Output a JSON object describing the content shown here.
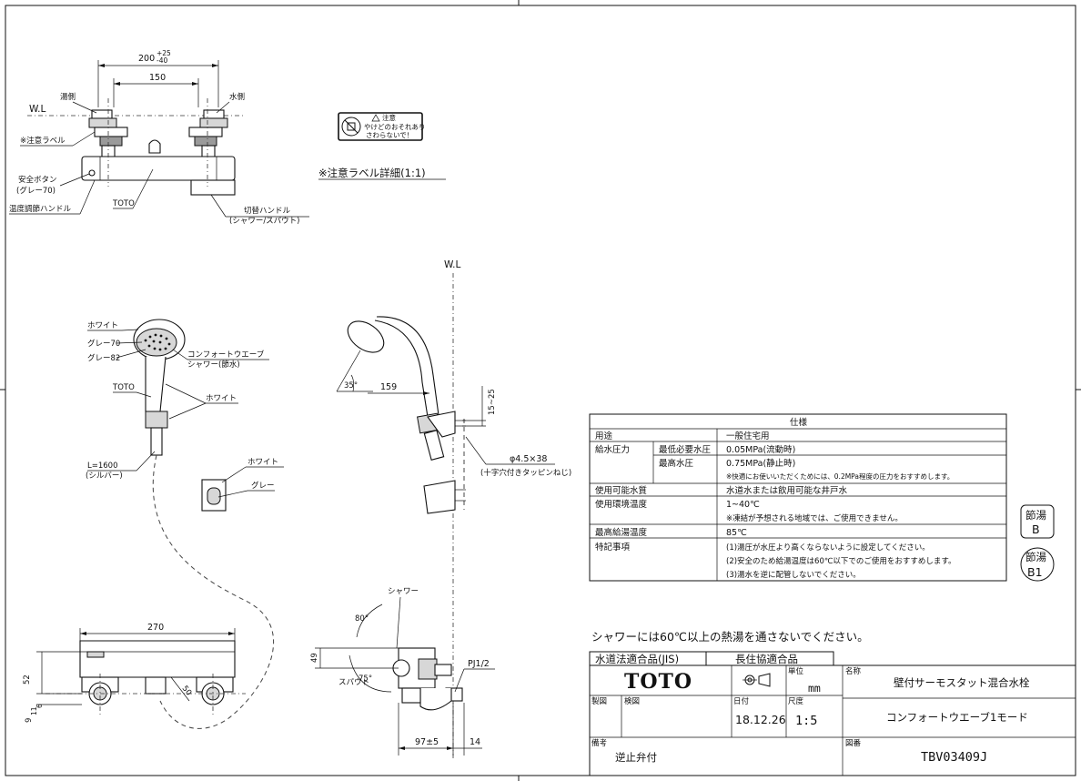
{
  "drawing": {
    "top_view": {
      "dim_outer": "200",
      "dim_outer_tol_upper": "+25",
      "dim_outer_tol_lower": "-40",
      "dim_inner": "150",
      "label_hot_side": "湯側",
      "label_cold_side": "水側",
      "label_wl": "W.L",
      "label_caution_label": "※注意ラベル",
      "label_safety_button": "安全ボタン",
      "label_safety_button_color": "(グレー70)",
      "label_temp_handle": "温度調節ハンドル",
      "label_toto": "TOTO",
      "label_switch_handle": "切替ハンドル",
      "label_switch_handle_sub": "(シャワー/スパウト)"
    },
    "caution_label": {
      "title": "注意",
      "line1": "やけどのおそれあり",
      "line2": "さわらないで！",
      "caption": "※注意ラベル詳細(1:1)"
    },
    "shower_view": {
      "white": "ホワイト",
      "grey70": "グレー70",
      "grey82": "グレー82",
      "shower_name": "コンフォートウエーブ",
      "shower_sub": "シャワー(節水)",
      "toto": "TOTO",
      "white2": "ホワイト",
      "hose_length": "L=1600",
      "hose_color": "(シルバー)",
      "holder_white": "ホワイト",
      "holder_grey": "グレー"
    },
    "side_view": {
      "label_wl": "W.L",
      "angle_35": "35°",
      "dim_159": "159",
      "dim_15_25": "15~25",
      "screw_size": "φ4.5×38",
      "screw_desc": "(十字穴付きタッピンねじ)",
      "label_shower": "シャワー",
      "angle_80": "80°",
      "label_spout": "スパウト",
      "angle_75": "75°",
      "dim_49": "49",
      "pipe": "PJ1/2",
      "dim_97": "97±5",
      "dim_14": "14"
    },
    "front_view": {
      "dim_270": "270",
      "dim_52": "52",
      "dim_9": "9",
      "dim_11": "11",
      "dim_6": "6",
      "dim_50": "50"
    }
  },
  "spec_table": {
    "header": "仕様",
    "rows": [
      {
        "col1": "用途",
        "col2": "",
        "col3": [
          "一般住宅用"
        ]
      },
      {
        "col1": "給水圧力",
        "col2": "最低必要水圧",
        "col3": [
          "0.05MPa(流動時)"
        ]
      },
      {
        "col1": "",
        "col2": "最高水圧",
        "col3": [
          "0.75MPa(静止時)",
          "※快適にお使いいただくためには、0.2MPa程度の圧力をおすすめします。"
        ]
      },
      {
        "col1": "使用可能水質",
        "col2": "",
        "col3": [
          "水道水または飲用可能な井戸水"
        ]
      },
      {
        "col1": "使用環境温度",
        "col2": "",
        "col3": [
          "1~40℃",
          "※凍結が予想される地域では、ご使用できません。"
        ]
      },
      {
        "col1": "最高給湯温度",
        "col2": "",
        "col3": [
          "85℃"
        ]
      },
      {
        "col1": "特記事項",
        "col2": "",
        "col3": [
          "(1)湯圧が水圧より高くならないように設定してください。",
          "(2)安全のため給湯温度は60℃以下でのご使用をおすすめします。",
          "(3)湯水を逆に配管しないでください。"
        ]
      }
    ]
  },
  "badges": {
    "badge1_top": "節湯",
    "badge1_bottom": "B",
    "badge2_top": "節湯",
    "badge2_bottom": "B1"
  },
  "notice": "シャワーには60℃以上の熱湯を通さないでください。",
  "title_block": {
    "tab1": "水道法適合品(JIS)",
    "tab2": "長住協適合品",
    "logo": "TOTO",
    "unit_label": "単位",
    "unit_value": "mm",
    "name_label": "名称",
    "name_value": "壁付サーモスタット混合水栓",
    "drawn_label": "製図",
    "checked_label": "検図",
    "date_label": "日付",
    "date_value": "18.12.26",
    "scale_label": "尺度",
    "scale_value": "1:5",
    "model_name": "コンフォートウエーブ1モード",
    "remarks_label": "備考",
    "remarks_value": "逆止弁付",
    "drawing_no_label": "図番",
    "drawing_no_value": "TBV03409J"
  }
}
